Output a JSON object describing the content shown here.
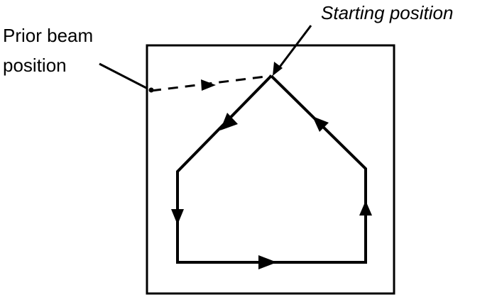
{
  "labels": {
    "starting_position": "Starting position",
    "prior_beam_line1": "Prior beam",
    "prior_beam_line2": "position"
  },
  "colors": {
    "ink": "#000000",
    "background": "#ffffff"
  }
}
